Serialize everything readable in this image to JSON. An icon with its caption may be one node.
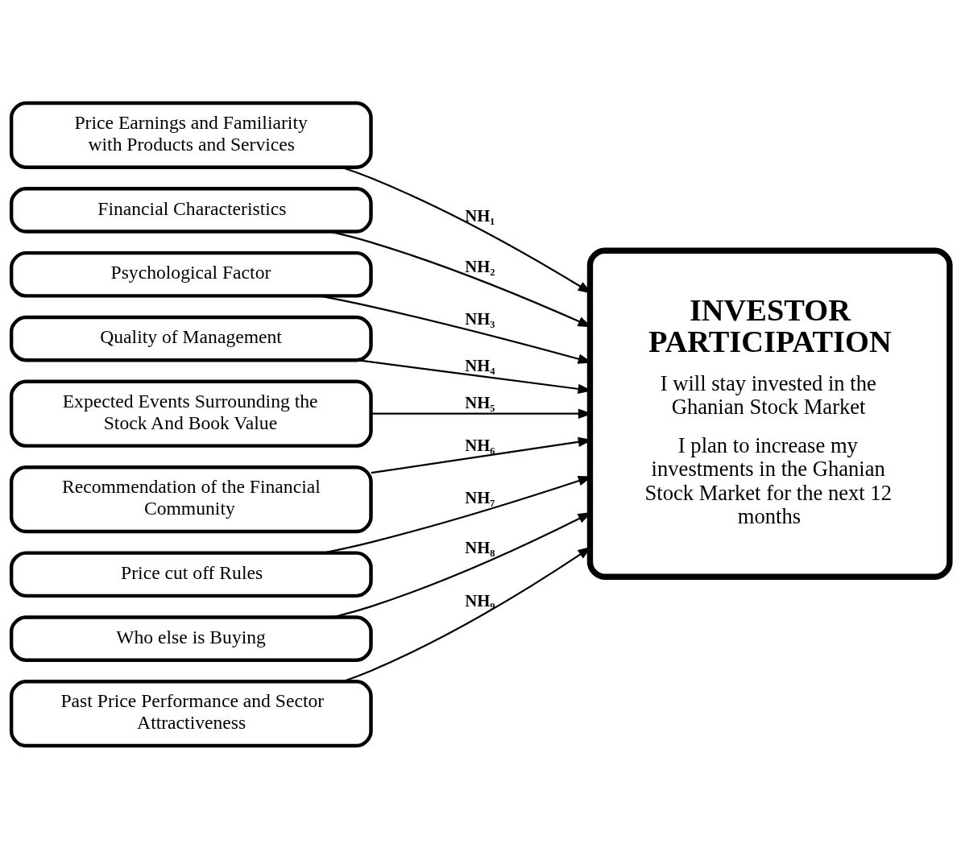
{
  "diagram": {
    "nodes": [
      {
        "text": [
          "Price Earnings and Familiarity with Products and Services"
        ]
      },
      {
        "text": [
          "Financial Characteristics"
        ]
      },
      {
        "text": [
          "Psychological Factor"
        ]
      },
      {
        "text": [
          "Quality of Management"
        ]
      },
      {
        "text": [
          "Expected Events Surrounding the Stock And Book Value"
        ]
      },
      {
        "text": [
          "Recommendation of the Financial Community"
        ]
      },
      {
        "text": [
          "Price cut off Rules"
        ]
      },
      {
        "text": [
          "Who else is Buying"
        ]
      },
      {
        "text": [
          "Past Price Performance and Sector Attractiveness"
        ]
      },
      {
        "text": [
          "INVESTOR PARTICIPATION",
          "I will stay invested in the Ghanian Stock Market",
          "I plan to increase my investments in the Ghanian Stock Market for the next 12 months"
        ]
      }
    ],
    "edges": [
      {
        "from": 0,
        "to": 9,
        "arrow": "to",
        "label": "NH₁"
      },
      {
        "from": 1,
        "to": 9,
        "arrow": "to",
        "label": "NH₂"
      },
      {
        "from": 2,
        "to": 9,
        "arrow": "to",
        "label": "NH₃"
      },
      {
        "from": 3,
        "to": 9,
        "arrow": "to",
        "label": "NH₄"
      },
      {
        "from": 4,
        "to": 9,
        "arrow": "to",
        "label": "NH₅"
      },
      {
        "from": 5,
        "to": 9,
        "arrow": "to",
        "label": "NH₆"
      },
      {
        "from": 6,
        "to": 9,
        "arrow": "to",
        "label": "NH₇"
      },
      {
        "from": 7,
        "to": 9,
        "arrow": "to",
        "label": "NH₈"
      },
      {
        "from": 8,
        "to": 9,
        "arrow": "to",
        "label": "NH₉"
      }
    ]
  }
}
